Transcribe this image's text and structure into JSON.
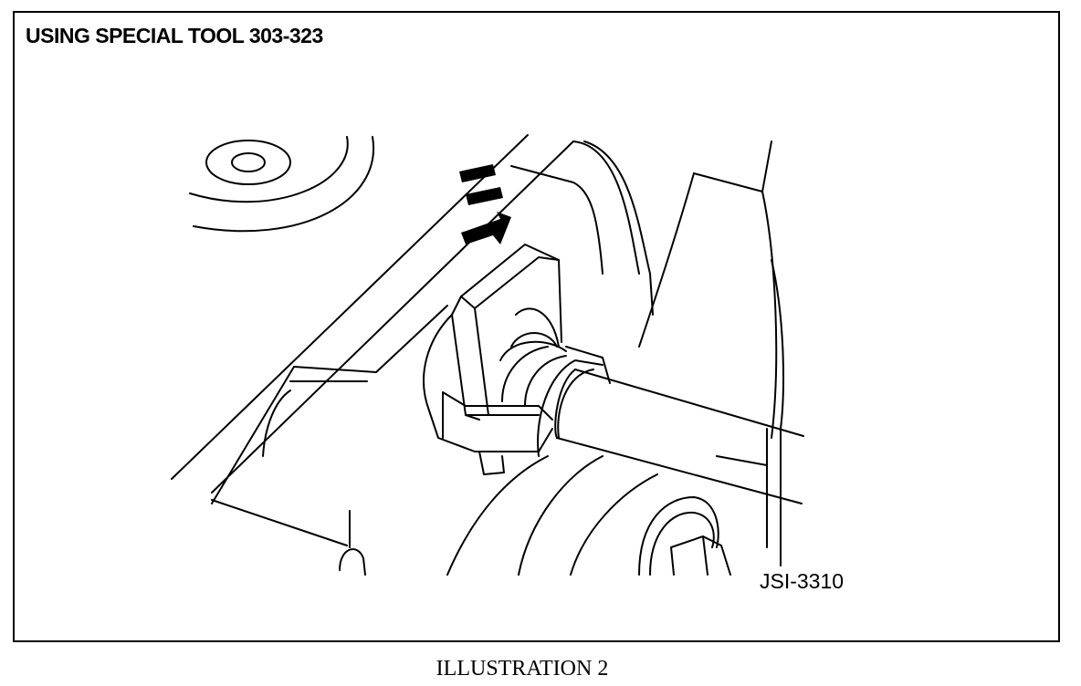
{
  "figure": {
    "title": "USING SPECIAL TOOL 303-323",
    "code": "JSI-3310",
    "caption": "ILLUSTRATION 2"
  },
  "style": {
    "line_color": "#000000",
    "background": "#ffffff"
  }
}
